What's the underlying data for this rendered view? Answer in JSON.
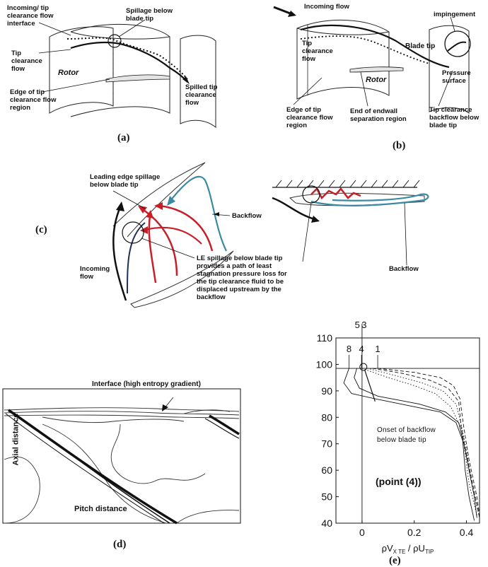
{
  "panel_a": {
    "label": "(a)",
    "annotations": {
      "incoming": "Incoming/ tip\nclearance flow\ninterface",
      "spillage": "Spillage below\nblade tip",
      "tip_flow": "Tip\nclearance\nflow",
      "rotor": "Rotor",
      "edge": "Edge of tip\nclearance flow\nregion",
      "spilled": "Spilled tip\nclearance\nflow"
    }
  },
  "panel_b": {
    "label": "(b)",
    "annotations": {
      "incoming": "Incoming flow",
      "impingement": "impingement",
      "tip_flow": "Tip\nclearance\nflow",
      "blade_tip": "Blade tip",
      "rotor": "Rotor",
      "pressure_surface": "Pressure\nsurface",
      "edge": "Edge of tip\nclearance flow\nregion",
      "endwall": "End of endwall\nseparation region",
      "backflow": "Tip clearance\nbackflow below\nblade tip"
    }
  },
  "panel_c": {
    "label": "(c)",
    "annotations": {
      "le_spillage": "Leading edge spillage\nbelow blade tip",
      "backflow_left": "Backflow",
      "incoming": "Incoming\nflow",
      "le_note": "LE spillage below blade tip\nprovides a path of least\nstagnation pressure loss for\nthe tip clearance fluid to be\ndisplaced upstream by the\nbackflow",
      "backflow_right": "Backflow"
    }
  },
  "panel_d": {
    "label": "(d)",
    "annotations": {
      "interface": "Interface (high entropy gradient)",
      "axial": "Axial distance",
      "pitch": "Pitch distance"
    }
  },
  "panel_e": {
    "label": "(e)",
    "point_labels": [
      "5",
      "3",
      "8",
      "4",
      "1"
    ],
    "annotations": {
      "onset": "Onset  of  backflow\nbelow blade tip",
      "point": "(point (4))"
    },
    "chart_data": {
      "type": "line",
      "xlabel": "ρV",
      "xlabel_sub": "X TE",
      "xlabel_mid": " / ρU",
      "xlabel_sub2": "TIP",
      "xlim": [
        -0.1,
        0.45
      ],
      "ylim": [
        40,
        110
      ],
      "xticks": [
        0,
        0.2,
        0.4
      ],
      "xtick_labels": [
        "0",
        "0.2",
        "0.4"
      ],
      "yticks": [
        40,
        50,
        60,
        70,
        80,
        90,
        100,
        110
      ],
      "ytick_labels": [
        "40",
        "50",
        "60",
        "70",
        "80",
        "90",
        "100",
        "110"
      ],
      "reference_line_y": 98.5,
      "series": [
        {
          "style": "solid",
          "x": [
            -0.02,
            -0.03,
            -0.01,
            0.06,
            0.22,
            0.32,
            0.37,
            0.385,
            0.395,
            0.41,
            0.43
          ],
          "y": [
            98.5,
            95,
            91,
            88,
            85,
            82,
            78,
            72,
            60,
            50,
            41
          ]
        },
        {
          "style": "solid",
          "x": [
            -0.05,
            -0.07,
            -0.04,
            0.05,
            0.2,
            0.3,
            0.36,
            0.39,
            0.41,
            0.43,
            0.44
          ],
          "y": [
            98.5,
            93,
            89,
            87,
            84,
            82,
            78,
            70,
            60,
            50,
            42
          ]
        },
        {
          "style": "dotted",
          "x": [
            0.0,
            0.1,
            0.2,
            0.28,
            0.34,
            0.38,
            0.39,
            0.41,
            0.44
          ],
          "y": [
            98.5,
            95,
            92,
            89,
            84,
            76,
            70,
            55,
            43
          ]
        },
        {
          "style": "dotted",
          "x": [
            0.02,
            0.12,
            0.23,
            0.31,
            0.36,
            0.38,
            0.4,
            0.42,
            0.45
          ],
          "y": [
            98.5,
            96,
            93,
            90,
            85,
            77,
            68,
            55,
            42
          ]
        },
        {
          "style": "dashed",
          "x": [
            0.04,
            0.16,
            0.26,
            0.33,
            0.37,
            0.38,
            0.4,
            0.43,
            0.45
          ],
          "y": [
            98.5,
            96.5,
            94,
            91,
            86,
            76,
            66,
            52,
            42
          ]
        },
        {
          "style": "dashed",
          "x": [
            0.06,
            0.2,
            0.3,
            0.35,
            0.375,
            0.39,
            0.41,
            0.44,
            0.45
          ],
          "y": [
            98.5,
            97,
            95,
            92,
            87,
            76,
            64,
            50,
            43
          ]
        }
      ]
    }
  }
}
